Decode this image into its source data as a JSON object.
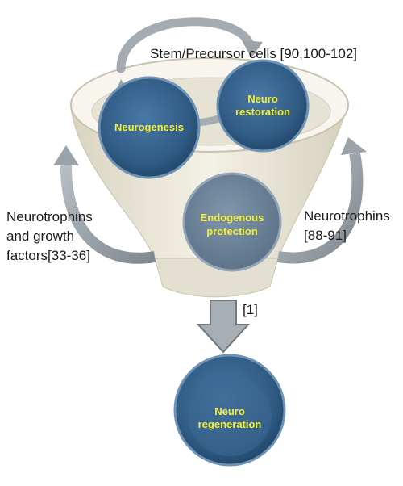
{
  "labels": {
    "stem": "Stem/Precursor cells [90,100-102]",
    "left_line1": "Neurotrophins",
    "left_line2": "and growth",
    "left_line3": "factors[33-36]",
    "right_line1": "Neurotrophins",
    "right_line2": "[88-91]",
    "down_ref": "[1]"
  },
  "circles": {
    "neurogenesis": "Neurogenesis",
    "restoration_line1": "Neuro",
    "restoration_line2": "restoration",
    "endogenous_line1": "Endogenous",
    "endogenous_line2": "protection",
    "regeneration_line1": "Neuro",
    "regeneration_line2": "regeneration"
  },
  "colors": {
    "circle_fill": "#2f5b84",
    "circle_text": "#f2ef3a",
    "funnel": "#ece8da",
    "arrow": "#9aa3aa"
  }
}
